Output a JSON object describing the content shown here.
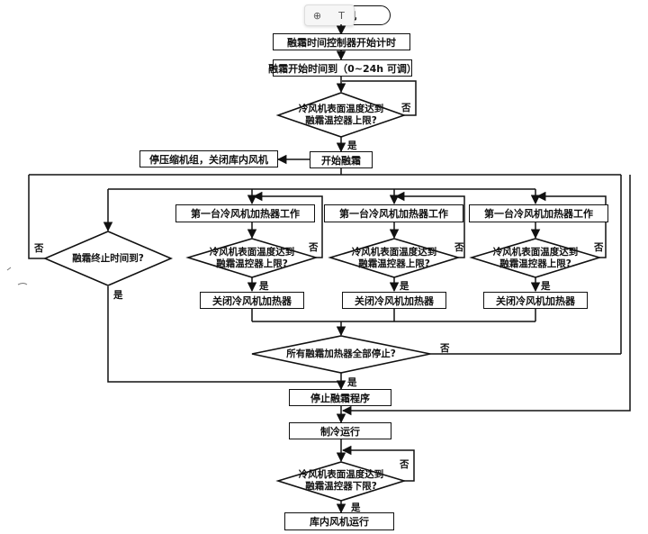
{
  "start_label": "机",
  "toolbar": {
    "zoom_icon": "zoom-in-icon",
    "text_icon": "text-select-icon",
    "text_glyph": "T"
  },
  "boxes": {
    "timer_start": "融霜时间控制器开始计时",
    "defrost_time": "融霜开始时间到（0~24h 可调）",
    "stop_compressor": "停压缩机组，关闭库内风机",
    "begin_defrost": "开始融霜",
    "heater_work_1": "第一台冷风机加热器工作",
    "heater_work_2": "第一台冷风机加热器工作",
    "heater_work_3": "第一台冷风机加热器工作",
    "heater_off_1": "关闭冷风机加热器",
    "heater_off_2": "关闭冷风机加热器",
    "heater_off_3": "关闭冷风机加热器",
    "stop_defrost": "停止融霜程序",
    "refrigeration": "制冷运行",
    "fan_run": "库内风机运行"
  },
  "decisions": {
    "temp_upper_top": [
      "冷风机表面温度达到",
      "融霜温控器上限?"
    ],
    "defrost_end_time": [
      "融霜终止时间到?"
    ],
    "temp_upper_1": [
      "冷风机表面温度达到",
      "融霜温控器上限?"
    ],
    "temp_upper_2": [
      "冷风机表面温度达到",
      "融霜温控器上限?"
    ],
    "temp_upper_3": [
      "冷风机表面温度达到",
      "融霜温控器上限?"
    ],
    "all_heaters_stopped": [
      "所有融霜加热器全部停止?"
    ],
    "temp_lower": [
      "冷风机表面温度达到",
      "融霜温控器下限?"
    ]
  },
  "labels": {
    "yes": "是",
    "no": "否"
  }
}
